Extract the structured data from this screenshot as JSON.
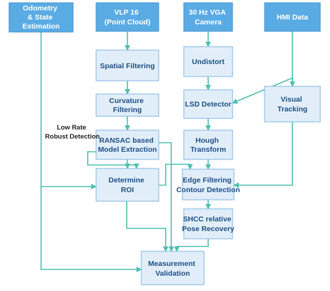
{
  "sources": {
    "odometry": {
      "lines": [
        "Odometry",
        "& State",
        "Estimation"
      ]
    },
    "vlp16": {
      "lines": [
        "VLP 16",
        "(Point Cloud)"
      ]
    },
    "camera": {
      "lines": [
        "30 Hz VGA",
        "Camera"
      ]
    },
    "hmi": {
      "lines": [
        "HMI Data"
      ]
    }
  },
  "steps": {
    "spatial_filtering": {
      "lines": [
        "Spatial Filtering"
      ]
    },
    "curvature_filtering": {
      "lines": [
        "Curvature",
        "Filtering"
      ]
    },
    "ransac": {
      "lines": [
        "RANSAC based",
        "Model Extraction"
      ]
    },
    "determine_roi": {
      "lines": [
        "Determine",
        "ROI"
      ]
    },
    "undistort": {
      "lines": [
        "Undistort"
      ]
    },
    "lsd_detector": {
      "lines": [
        "LSD Detector"
      ]
    },
    "hough_transform": {
      "lines": [
        "Hough",
        "Transform"
      ]
    },
    "edge_filtering": {
      "lines": [
        "Edge Filtering",
        "Contour Detection"
      ]
    },
    "shcc": {
      "lines": [
        "SHCC relative",
        "Pose Recovery"
      ]
    },
    "visual_tracking": {
      "lines": [
        "Visual",
        "Tracking"
      ]
    },
    "measurement_validation": {
      "lines": [
        "Measurement",
        "Validation"
      ]
    }
  },
  "annotations": {
    "low_rate": {
      "lines": [
        "Low Rate",
        "Robust Detection"
      ]
    }
  },
  "colors": {
    "source_fill": "#5aabe4",
    "process_fill": "#e1eef9",
    "process_text": "#1e4f86",
    "connector": "#4ec0b2"
  }
}
